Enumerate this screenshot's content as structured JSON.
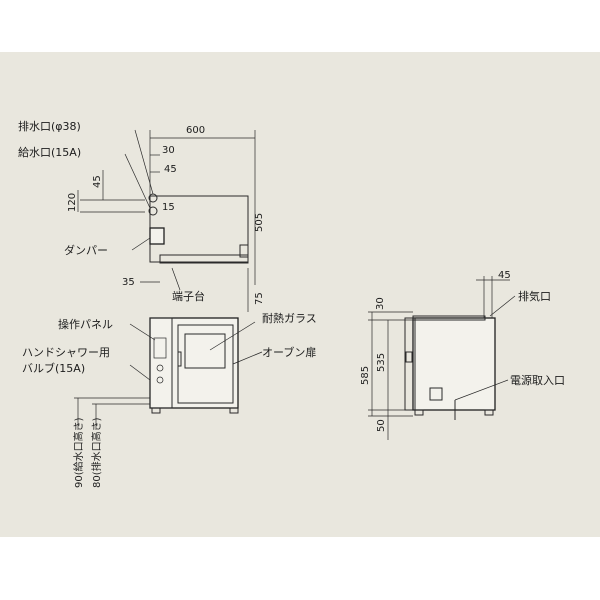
{
  "top_view": {
    "labels": {
      "drain_port": "排水口(φ38)",
      "water_inlet": "給水口(15A)",
      "damper": "ダンパー",
      "terminal_block": "端子台"
    },
    "dims": {
      "width": "600",
      "offset_30": "30",
      "offset_45": "45",
      "v_45": "45",
      "v_120": "120",
      "v_15": "15",
      "depth_505": "505",
      "offset_35": "35",
      "height_75": "75"
    }
  },
  "front_view": {
    "labels": {
      "control_panel": "操作パネル",
      "hand_shower_valve_line1": "ハンドシャワー用",
      "hand_shower_valve_line2": "バルブ(15A)",
      "heat_glass": "耐熱ガラス",
      "oven_door": "オーブン扉"
    },
    "dims": {
      "inlet_height": "90(給水口高さ)",
      "drain_height": "80(排水口高さ)"
    }
  },
  "side_view": {
    "labels": {
      "exhaust_port": "排気口",
      "power_inlet": "電源取入口"
    },
    "dims": {
      "top_45": "45",
      "top_30": "30",
      "height_585": "585",
      "height_535": "535",
      "base_50": "50"
    }
  }
}
